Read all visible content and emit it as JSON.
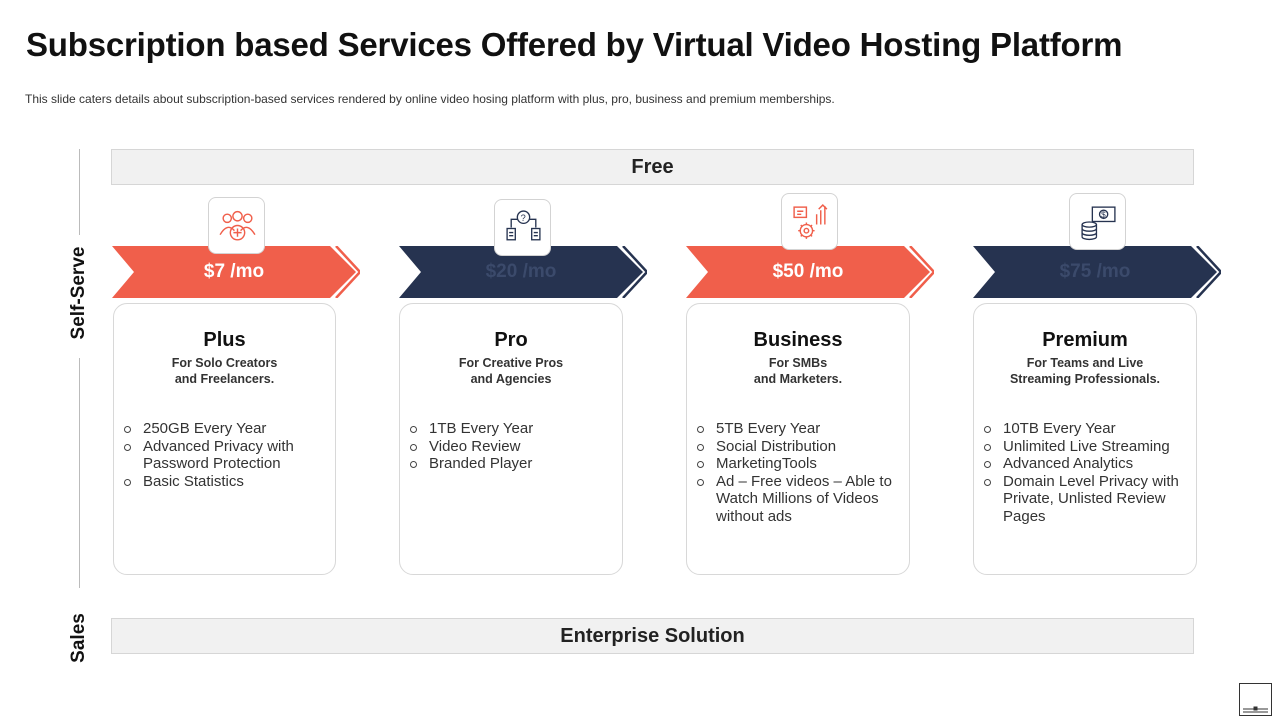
{
  "title": "Subscription based Services Offered by Virtual Video Hosting Platform",
  "subtitle": "This slide caters details about subscription-based services rendered by online video hosing platform with plus, pro, business and premium memberships.",
  "side_labels": {
    "self_serve": "Self-Serve",
    "sales": "Sales"
  },
  "bands": {
    "free": "Free",
    "enterprise": "Enterprise Solution"
  },
  "colors": {
    "coral": "#f05f4b",
    "navy": "#263350"
  },
  "plans": [
    {
      "price": "$7 /mo",
      "name": "Plus",
      "desc": [
        "For Solo Creators",
        "and Freelancers."
      ],
      "icon": "users-plus-icon",
      "features": [
        "250GB Every Year",
        "Advanced Privacy with Password Protection",
        "Basic Statistics"
      ]
    },
    {
      "price": "$20 /mo",
      "name": "Pro",
      "desc": [
        "For Creative Pros",
        "and Agencies"
      ],
      "icon": "decision-flow-icon",
      "features": [
        "1TB Every Year",
        "Video Review",
        "Branded Player"
      ]
    },
    {
      "price": "$50 /mo",
      "name": "Business",
      "desc": [
        "For SMBs",
        "and Marketers."
      ],
      "icon": "business-growth-gear-icon",
      "features": [
        "5TB Every Year",
        "Social Distribution",
        "MarketingTools",
        "Ad – Free videos – Able to Watch Millions of Videos without ads"
      ]
    },
    {
      "price": "$75 /mo",
      "name": "Premium",
      "desc": [
        "For Teams and Live",
        "Streaming Professionals."
      ],
      "icon": "money-coins-icon",
      "features": [
        "10TB Every Year",
        "Unlimited Live Streaming",
        "Advanced Analytics",
        "Domain Level Privacy with Private, Unlisted Review Pages"
      ]
    }
  ]
}
